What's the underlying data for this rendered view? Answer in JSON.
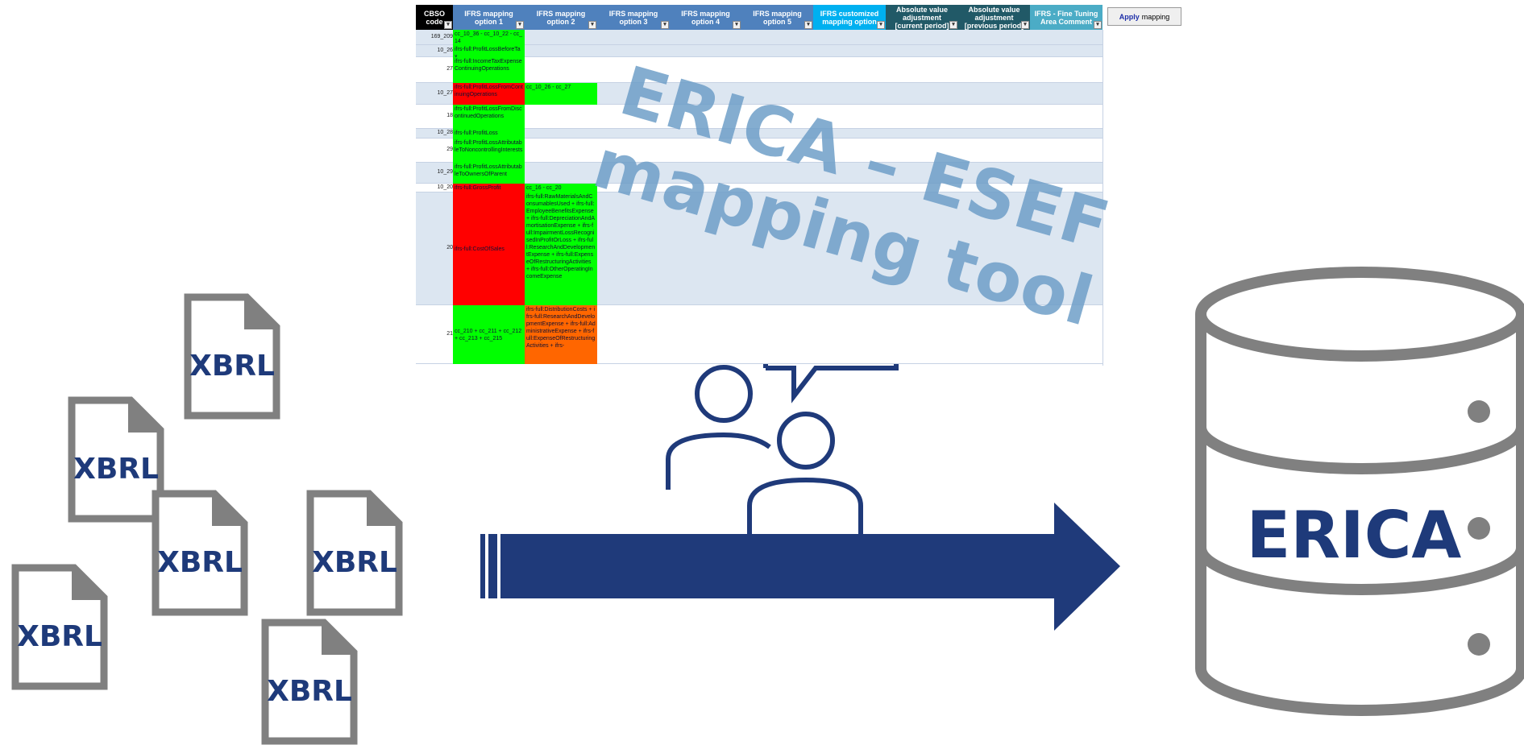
{
  "spreadsheet": {
    "headers": [
      {
        "label": "CBSO code",
        "color": "#000000"
      },
      {
        "label": "IFRS mapping option 1",
        "color": "#4f81bd"
      },
      {
        "label": "IFRS mapping option 2",
        "color": "#4f81bd"
      },
      {
        "label": "IFRS mapping option 3",
        "color": "#4f81bd"
      },
      {
        "label": "IFRS mapping option 4",
        "color": "#4f81bd"
      },
      {
        "label": "IFRS mapping option 5",
        "color": "#4f81bd"
      },
      {
        "label": "IFRS customized mapping option",
        "color": "#00b0f0"
      },
      {
        "label": "Absolute value adjustment [current period]",
        "color": "#215967"
      },
      {
        "label": "Absolute value adjustment [previous period]",
        "color": "#215967"
      },
      {
        "label": "IFRS - Fine Tuning Area Comment",
        "color": "#4bacc6"
      }
    ],
    "apply_button": {
      "strong": "Apply",
      "rest": "mapping"
    },
    "rows": [
      {
        "code": "169_209",
        "opt1": "cc_10_36 - cc_10_22 - cc_14",
        "opt1_color": "#00ff00",
        "opt2": "",
        "opt2_color": ""
      },
      {
        "code": "10_26",
        "opt1": "ifrs-full:ProfitLossBeforeTax",
        "opt1_color": "#00ff00",
        "opt2": "",
        "opt2_color": ""
      },
      {
        "code": "27",
        "opt1": "ifrs-full:IncomeTaxExpenseContinuingOperations",
        "opt1_color": "#00ff00",
        "opt2": "",
        "opt2_color": ""
      },
      {
        "code": "10_27",
        "opt1": "ifrs-full:ProfitLossFromContinuingOperations",
        "opt1_color": "#ff0000",
        "opt2": "cc_10_26 - cc_27",
        "opt2_color": "#00ff00"
      },
      {
        "code": "18",
        "opt1": "ifrs-full:ProfitLossFromDiscontinuedOperations",
        "opt1_color": "#00ff00",
        "opt2": "",
        "opt2_color": ""
      },
      {
        "code": "10_28",
        "opt1": "ifrs-full:ProfitLoss",
        "opt1_color": "#00ff00",
        "opt2": "",
        "opt2_color": ""
      },
      {
        "code": "29",
        "opt1": "ifrs-full:ProfitLossAttributableToNoncontrollingInterests",
        "opt1_color": "#00ff00",
        "opt2": "",
        "opt2_color": ""
      },
      {
        "code": "10_29",
        "opt1": "ifrs-full:ProfitLossAttributableToOwnersOfParent",
        "opt1_color": "#00ff00",
        "opt2": "",
        "opt2_color": ""
      },
      {
        "code": "10_20",
        "opt1": "ifrs-full:GrossProfit",
        "opt1_color": "#ff0000",
        "opt2": "cc_16 - cc_20",
        "opt2_color": "#00ff00"
      },
      {
        "code": "20",
        "opt1": "ifrs-full:CostOfSales",
        "opt1_color": "#ff0000",
        "opt2": "ifrs-full:RawMaterialsAndConsumablesUsed + ifrs-full:EmployeeBenefitsExpense + ifrs-full:DepreciationAndAmortisationExpense + ifrs-full:ImpairmentLossRecognisedInProfitOrLoss + ifrs-full:ResearchAndDevelopmentExpense + ifrs-full:ExpenseOfRestructuringActivities + ifrs-full:OtherOperatingIncomeExpense",
        "opt2_color": "#00ff00"
      },
      {
        "code": "21",
        "opt1": "cc_210 + cc_211 + cc_212 + cc_213 + cc_215",
        "opt1_color": "#00ff00",
        "opt2": "ifrs-full:DistributionCosts + ifrs-full:ResearchAndDevelopmentExpense + ifrs-full:AdministrativeExpense + ifrs-full:ExpenseOfRestructuringActivities + ifrs-",
        "opt2_color": "#ff6600"
      }
    ]
  },
  "watermark": {
    "line1": "ERICA – ESEF",
    "line2": "mapping tool"
  },
  "xbrl_documents": [
    "XBRL",
    "XBRL",
    "XBRL",
    "XBRL",
    "XBRL",
    "XBRL"
  ],
  "database": {
    "label": "ERICA"
  },
  "colors": {
    "navy": "#1f3a7a",
    "gray": "#808080",
    "band": "#dce6f1"
  }
}
